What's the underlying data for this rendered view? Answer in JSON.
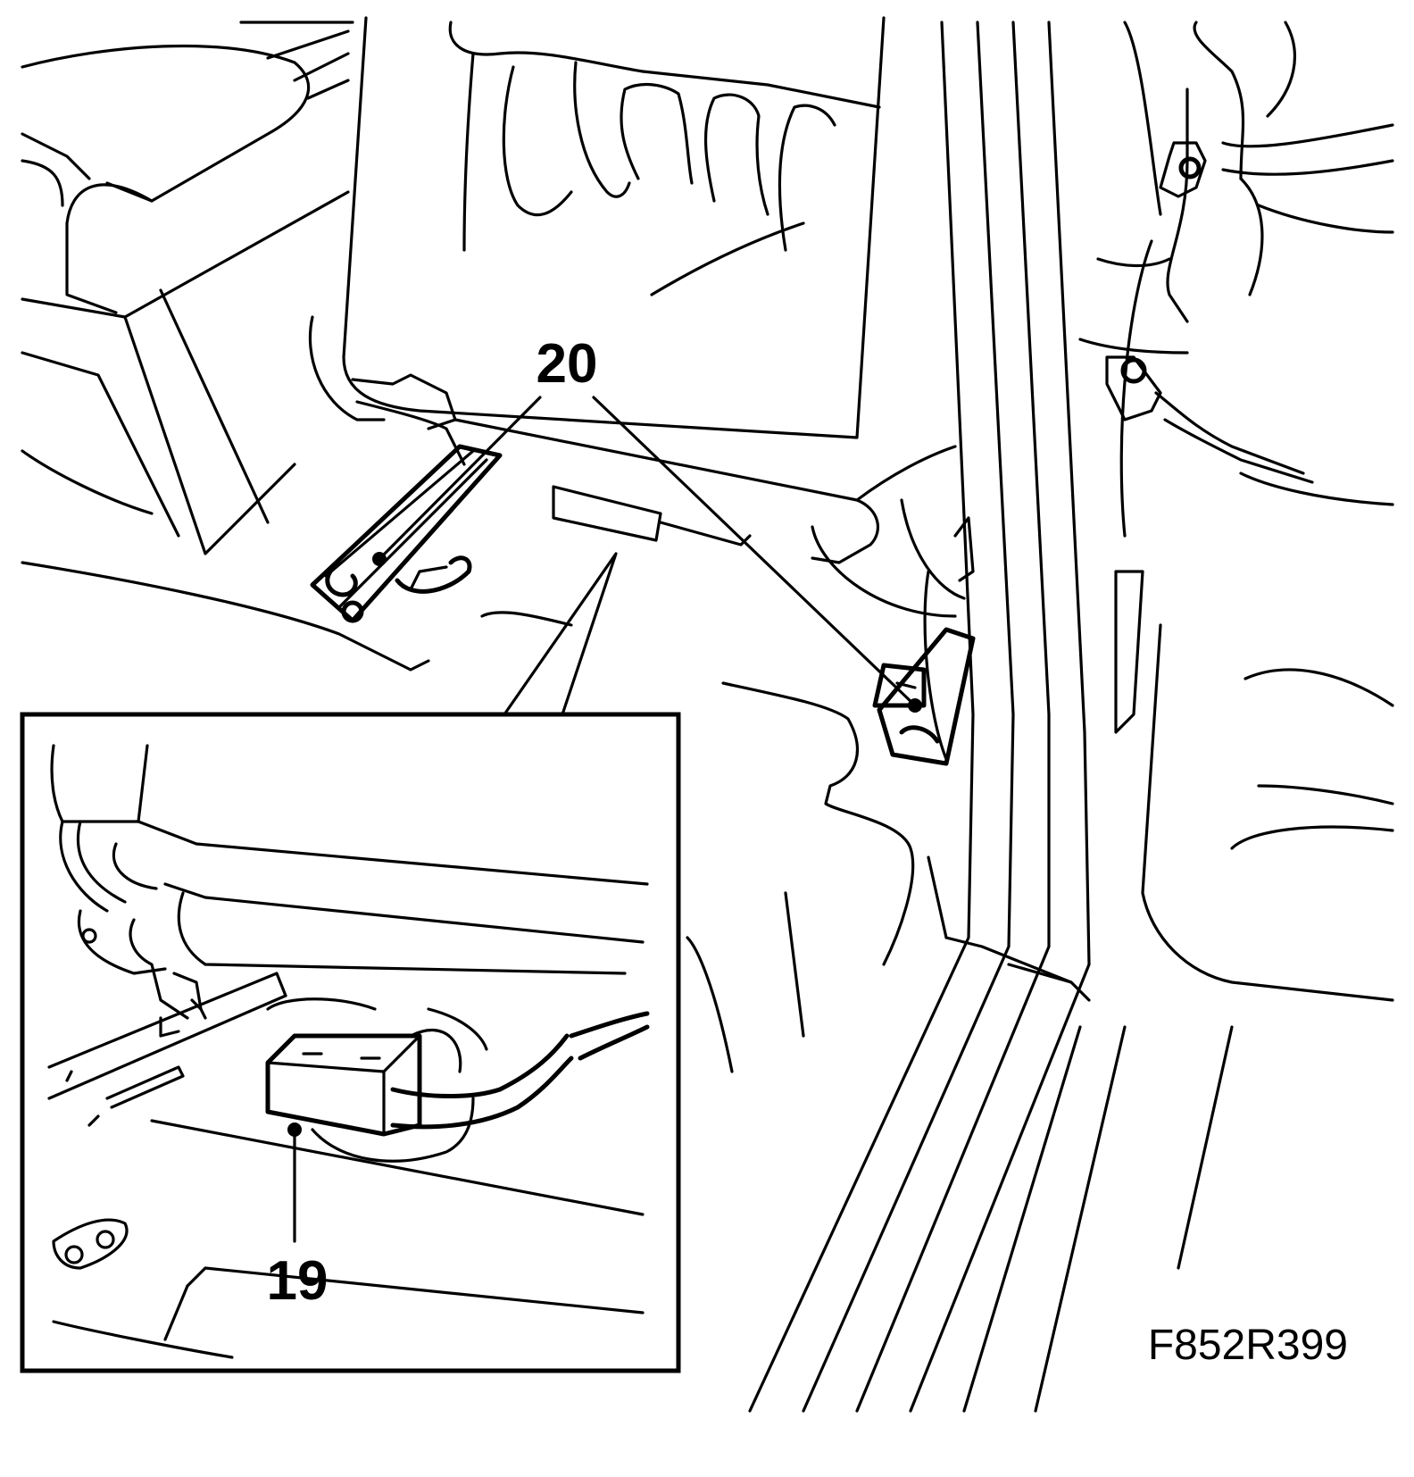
{
  "figure": {
    "reference_code": "F852R399",
    "callouts": [
      {
        "id": "20",
        "label": "20"
      },
      {
        "id": "19",
        "label": "19"
      }
    ]
  }
}
